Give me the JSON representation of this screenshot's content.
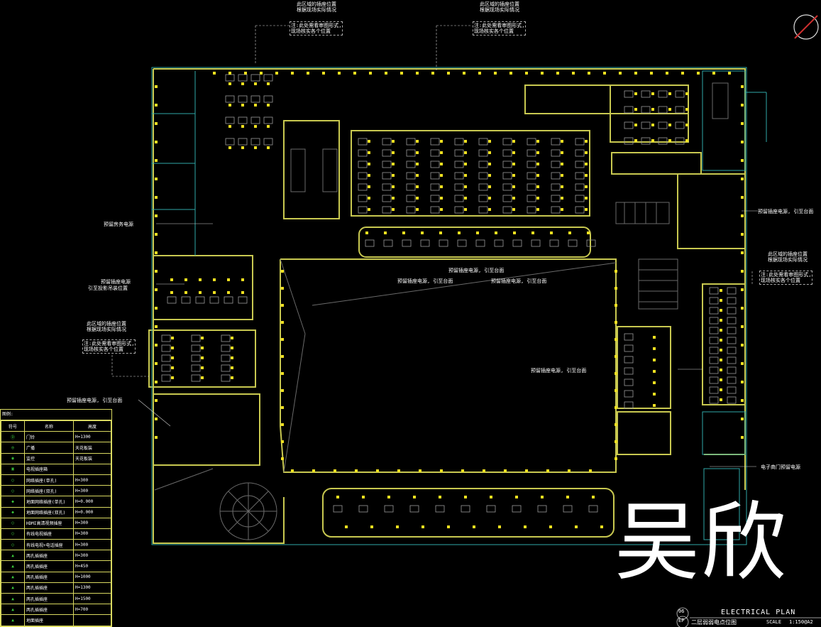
{
  "legend": {
    "title": "图例:",
    "headers": [
      "符号",
      "名称",
      "高度"
    ],
    "rows": [
      {
        "icon": "door-bell-icon",
        "name": "门铃",
        "height": "H=1300"
      },
      {
        "icon": "speaker-icon",
        "name": "广播",
        "height": "天花板装"
      },
      {
        "icon": "camera-icon",
        "name": "监控",
        "height": "天花板装"
      },
      {
        "icon": "box-icon",
        "name": "电视插座箱",
        "height": ""
      },
      {
        "icon": "socket-circle-icon",
        "name": "网络插座(单孔)",
        "height": "H=300"
      },
      {
        "icon": "socket-circle-icon",
        "name": "网络插座(双孔)",
        "height": "H=300"
      },
      {
        "icon": "floor-socket-icon",
        "name": "地面网络插座(单孔)",
        "height": "H=0.000"
      },
      {
        "icon": "floor-socket-icon",
        "name": "地面网络插座(双孔)",
        "height": "H=0.000"
      },
      {
        "icon": "socket-circle-icon",
        "name": "HDMI高清视频插座",
        "height": "H=300"
      },
      {
        "icon": "socket-circle-icon",
        "name": "有线电视插座",
        "height": "H=300"
      },
      {
        "icon": "socket-circle-icon",
        "name": "有线电视+电话插座",
        "height": "H=300"
      },
      {
        "icon": "panel-icon",
        "name": "两孔插插座",
        "height": "H=300"
      },
      {
        "icon": "panel-icon",
        "name": "两孔插插座",
        "height": "H=450"
      },
      {
        "icon": "panel-icon",
        "name": "两孔插插座",
        "height": "H=1000"
      },
      {
        "icon": "panel-icon",
        "name": "两孔插插座",
        "height": "H=1300"
      },
      {
        "icon": "panel-icon",
        "name": "两孔插插座",
        "height": "H=1500"
      },
      {
        "icon": "panel-icon",
        "name": "两孔插插座",
        "height": "H=700"
      },
      {
        "icon": "panel-icon",
        "name": "地面插座",
        "height": ""
      }
    ]
  },
  "notes": {
    "top_a": [
      "此区域的插座位置",
      "根据现场实际情况"
    ],
    "top_a_sub": [
      "注:此处需看审图形式,",
      "现场核实各个位置"
    ],
    "top_b": [
      "此区域的插座位置",
      "根据现场实际情况"
    ],
    "top_b_sub": [
      "注:此处需看审图形式,",
      "现场核实各个位置"
    ],
    "right_a": [
      "此区域的插座位置",
      "根据现场实际情况"
    ],
    "right_a_sub": [
      "注:此处需看审图形式,",
      "现场核实各个位置"
    ],
    "left_a": [
      "此区域的插座位置",
      "根据现场实际情况"
    ],
    "left_a_sub": [
      "注:此处需看审图形式,",
      "现场核实各个位置"
    ]
  },
  "callouts": {
    "l1": "预留房务电源",
    "l2": "预留插座电源",
    "l2b": "引至投影吊装位置",
    "l3": "预留插座电源, 引至台面",
    "c1": "预留插座电源, 引至台面",
    "c2": "预留插座电源, 引至台面",
    "c3": "预留插座电源, 引至台面",
    "r1": "预留插座电源, 引至台面",
    "r2": "预留插座电源, 引至台面",
    "r3": "电子商门预留电源"
  },
  "title_block": {
    "num_top": "06",
    "num_bottom": "EP",
    "title_en": "ELECTRICAL PLAN",
    "title_cn": "二层弱弱电点位图",
    "scale_label": "SCALE",
    "scale_value": "1:150@A2"
  },
  "watermark": "吴欣",
  "colors": {
    "wall": "#c8c850",
    "outline": "#2fa8a8",
    "device": "#f0e020",
    "text": "#ffffff",
    "legend_icon": "#3ccc3c"
  }
}
